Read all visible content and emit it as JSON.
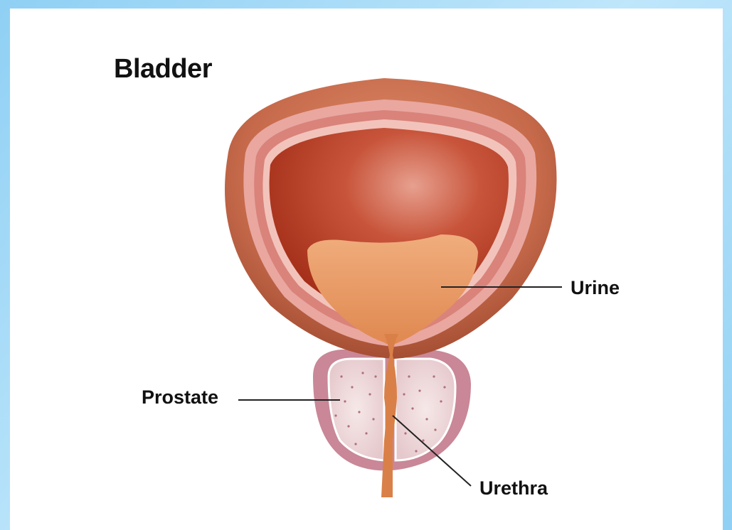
{
  "diagram": {
    "title": "Bladder",
    "labels": {
      "urine": "Urine",
      "prostate": "Prostate",
      "urethra": "Urethra"
    },
    "colors": {
      "bladder_outer": "#c5694a",
      "bladder_lining": "#e9a7a0",
      "bladder_inner": "#b43a22",
      "urine": "#e89a62",
      "prostate_outer": "#c98797",
      "prostate_inner": "#f0dede",
      "urethra": "#d98048"
    }
  }
}
